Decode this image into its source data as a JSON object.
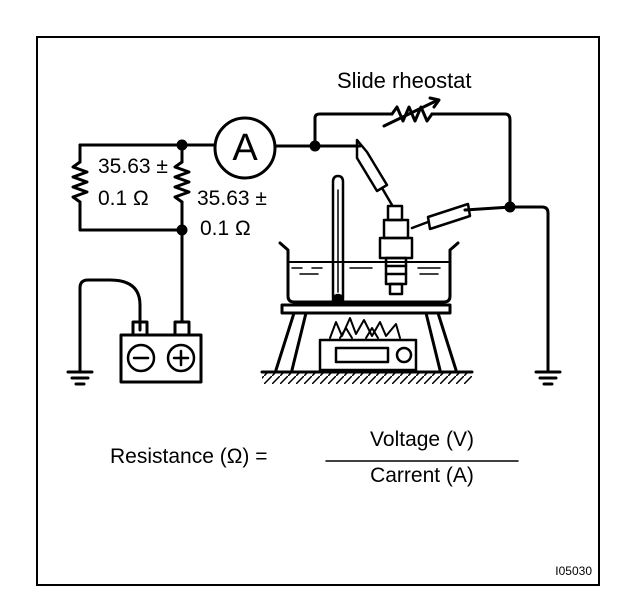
{
  "labels": {
    "slide_rheostat": "Slide rheostat",
    "ammeter": "A",
    "resistor_left_value": "35.63 ±",
    "resistor_left_unit": "0.1 Ω",
    "resistor_right_value": "35.63 ±",
    "resistor_right_unit": "0.1 Ω",
    "battery_negative": "⊖",
    "battery_positive": "⊕"
  },
  "formula": {
    "lhs": "Resistance (Ω) =",
    "numerator": "Voltage (V)",
    "denominator": "Carrent (A)"
  },
  "figure_code": "I05030"
}
